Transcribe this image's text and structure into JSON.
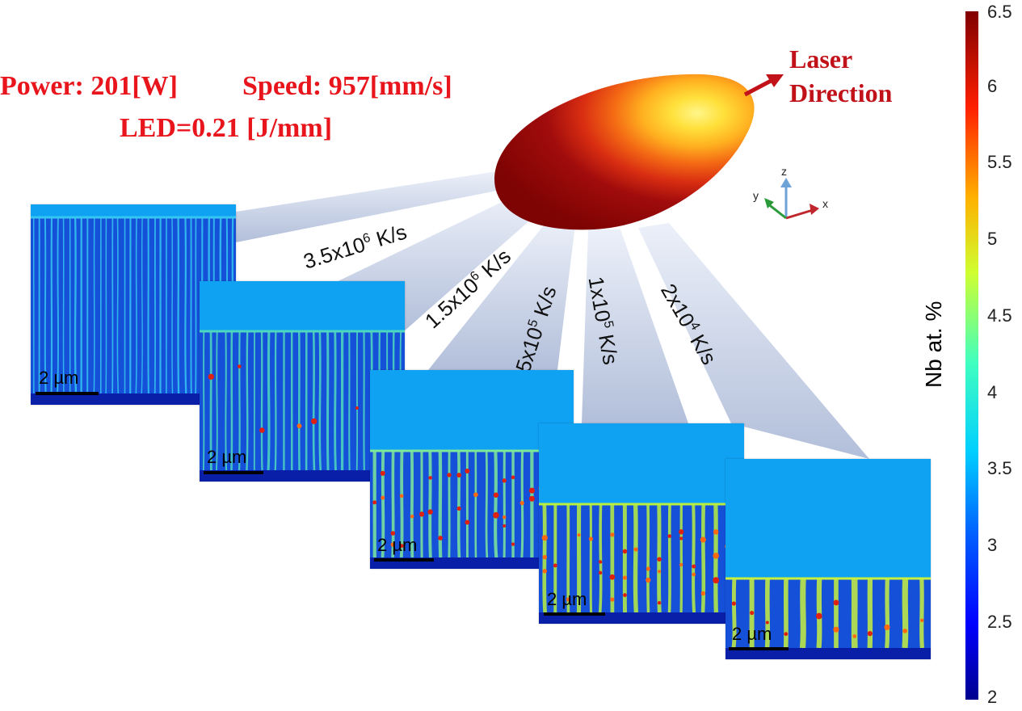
{
  "process": {
    "power": "Power: 201[W]",
    "speed": "Speed: 957[mm/s]",
    "led": "LED=0.21 [J/mm]"
  },
  "laser": {
    "line1": "Laser",
    "line2": "Direction"
  },
  "axes": {
    "x": "x",
    "y": "y",
    "z": "z"
  },
  "rates": [
    {
      "base": "3.5x10",
      "exp": "6",
      "unit": " K/s"
    },
    {
      "base": "1.5x10",
      "exp": "6",
      "unit": " K/s"
    },
    {
      "base": "5x10",
      "exp": "5",
      "unit": " K/s"
    },
    {
      "base": "1x10",
      "exp": "5",
      "unit": " K/s"
    },
    {
      "base": "2x10",
      "exp": "4",
      "unit": " K/s"
    }
  ],
  "scale_bar": "2 µm",
  "colorbar": {
    "label": "Nb at. %",
    "ticks": [
      "6.5",
      "6",
      "5.5",
      "5",
      "4.5",
      "4",
      "3.5",
      "3",
      "2.5",
      "2"
    ],
    "range": [
      2,
      6.5
    ]
  },
  "colors": {
    "title_red": "#e8151c",
    "liquid": "#0fa1f2",
    "solid": "#1550d8"
  }
}
